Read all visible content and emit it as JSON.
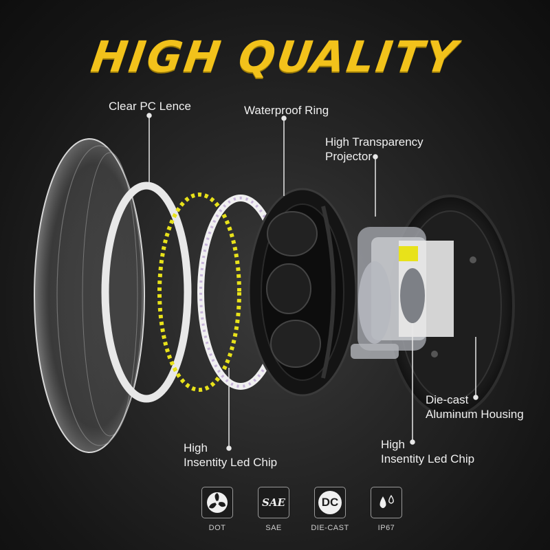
{
  "headline": "HIGH QUALITY",
  "labels": {
    "clear_lens": "Clear PC Lence",
    "waterproof_ring": "Waterproof Ring",
    "projector_line1": "High Transparency",
    "projector_line2": "Projector",
    "housing_line1": "Die-cast",
    "housing_line2": "Aluminum Housing",
    "led_left_line1": "High",
    "led_left_line2": "Insentity Led Chip",
    "led_right_line1": "High",
    "led_right_line2": "Insentity Led Chip"
  },
  "badges": [
    {
      "icon": "DOT",
      "caption": "DOT",
      "icon_name": "dot-fan-icon"
    },
    {
      "icon": "SAE",
      "caption": "SAE",
      "icon_name": "sae-logo-icon"
    },
    {
      "icon": "DC",
      "caption": "DIE-CAST",
      "icon_name": "die-cast-icon"
    },
    {
      "icon": "IP67",
      "caption": "IP67",
      "icon_name": "water-drops-icon"
    }
  ],
  "colors": {
    "accent": "#f2c21b",
    "led_dots": "#e8e21a",
    "background": "#1a1a1a"
  }
}
